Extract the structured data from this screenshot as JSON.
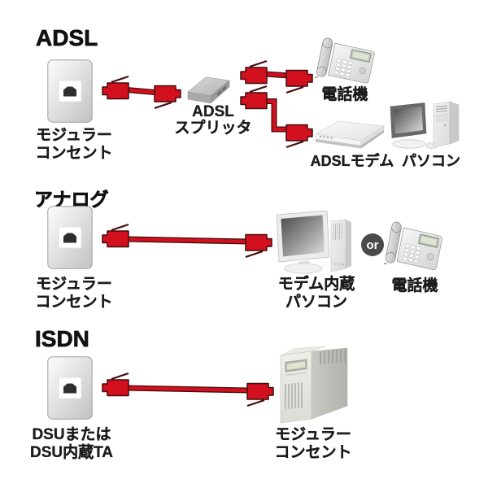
{
  "colors": {
    "cable": "#d2101e",
    "cable_outline": "#430b0c",
    "text": "#1c1c1c",
    "or_badge": "#4a4a4a"
  },
  "sections": {
    "adsl": {
      "heading": "ADSL",
      "wall_label": "モジュラー\nコンセント",
      "splitter_label": "ADSL\nスプリッタ",
      "phone_label": "電話機",
      "modem_label": "ADSLモデム",
      "pc_label": "パソコン"
    },
    "analog": {
      "heading": "アナログ",
      "wall_label": "モジュラー\nコンセント",
      "pc_label": "モデム内蔵\nパソコン",
      "or_label": "or",
      "phone_label": "電話機"
    },
    "isdn": {
      "heading": "ISDN",
      "wall_label": "DSUまたは\nDSU内蔵TA",
      "device_label": "モジュラー\nコンセント"
    }
  }
}
